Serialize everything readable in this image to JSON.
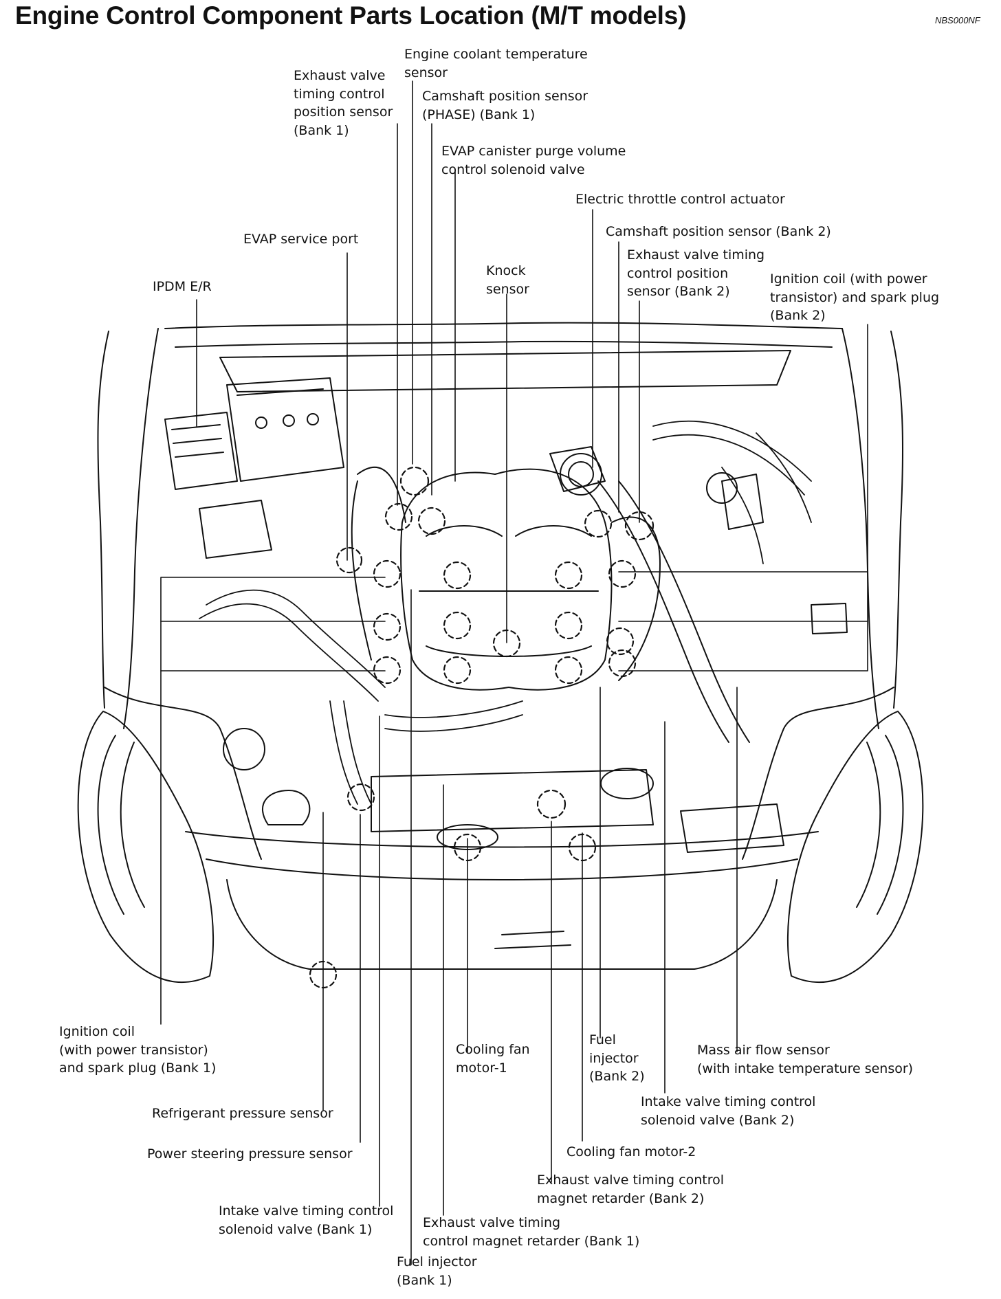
{
  "title": "Engine Control Component Parts Location (M/T models)",
  "doc_code": "NBS000NF",
  "labels": {
    "exhaust_valve_sensor_b1": "Exhaust valve\ntiming control\nposition sensor\n(Bank 1)",
    "coolant_temp_sensor": "Engine coolant temperature\nsensor",
    "camshaft_sensor_b1": "Camshaft position sensor\n(PHASE) (Bank 1)",
    "evap_purge_valve": "EVAP canister purge volume\ncontrol solenoid valve",
    "throttle_actuator": "Electric throttle control actuator",
    "camshaft_sensor_b2": "Camshaft position sensor (Bank 2)",
    "evap_service_port": "EVAP service port",
    "exhaust_valve_sensor_b2": "Exhaust valve timing\ncontrol position\nsensor (Bank 2)",
    "knock_sensor": "Knock\nsensor",
    "ignition_coil_b2": "Ignition coil (with power\ntransistor) and spark plug\n(Bank 2)",
    "ipdm": "IPDM E/R",
    "ignition_coil_b1": "Ignition coil\n(with power transistor)\nand spark plug (Bank 1)",
    "cooling_fan_1": "Cooling fan\nmotor-1",
    "fuel_injector_b2": "Fuel\ninjector\n(Bank 2)",
    "maf_sensor": "Mass air flow sensor\n(with intake temperature sensor)",
    "refrigerant_sensor": "Refrigerant pressure sensor",
    "intake_valve_b2": "Intake valve timing control\nsolenoid valve (Bank 2)",
    "power_steering_sensor": "Power steering pressure sensor",
    "cooling_fan_2": "Cooling fan motor-2",
    "exhaust_magnet_b2": "Exhaust valve timing control\nmagnet retarder (Bank 2)",
    "intake_valve_b1": "Intake valve timing control\nsolenoid valve (Bank 1)",
    "exhaust_magnet_b1": "Exhaust valve timing\ncontrol magnet retarder (Bank 1)",
    "fuel_injector_b1": "Fuel injector\n(Bank 1)"
  }
}
